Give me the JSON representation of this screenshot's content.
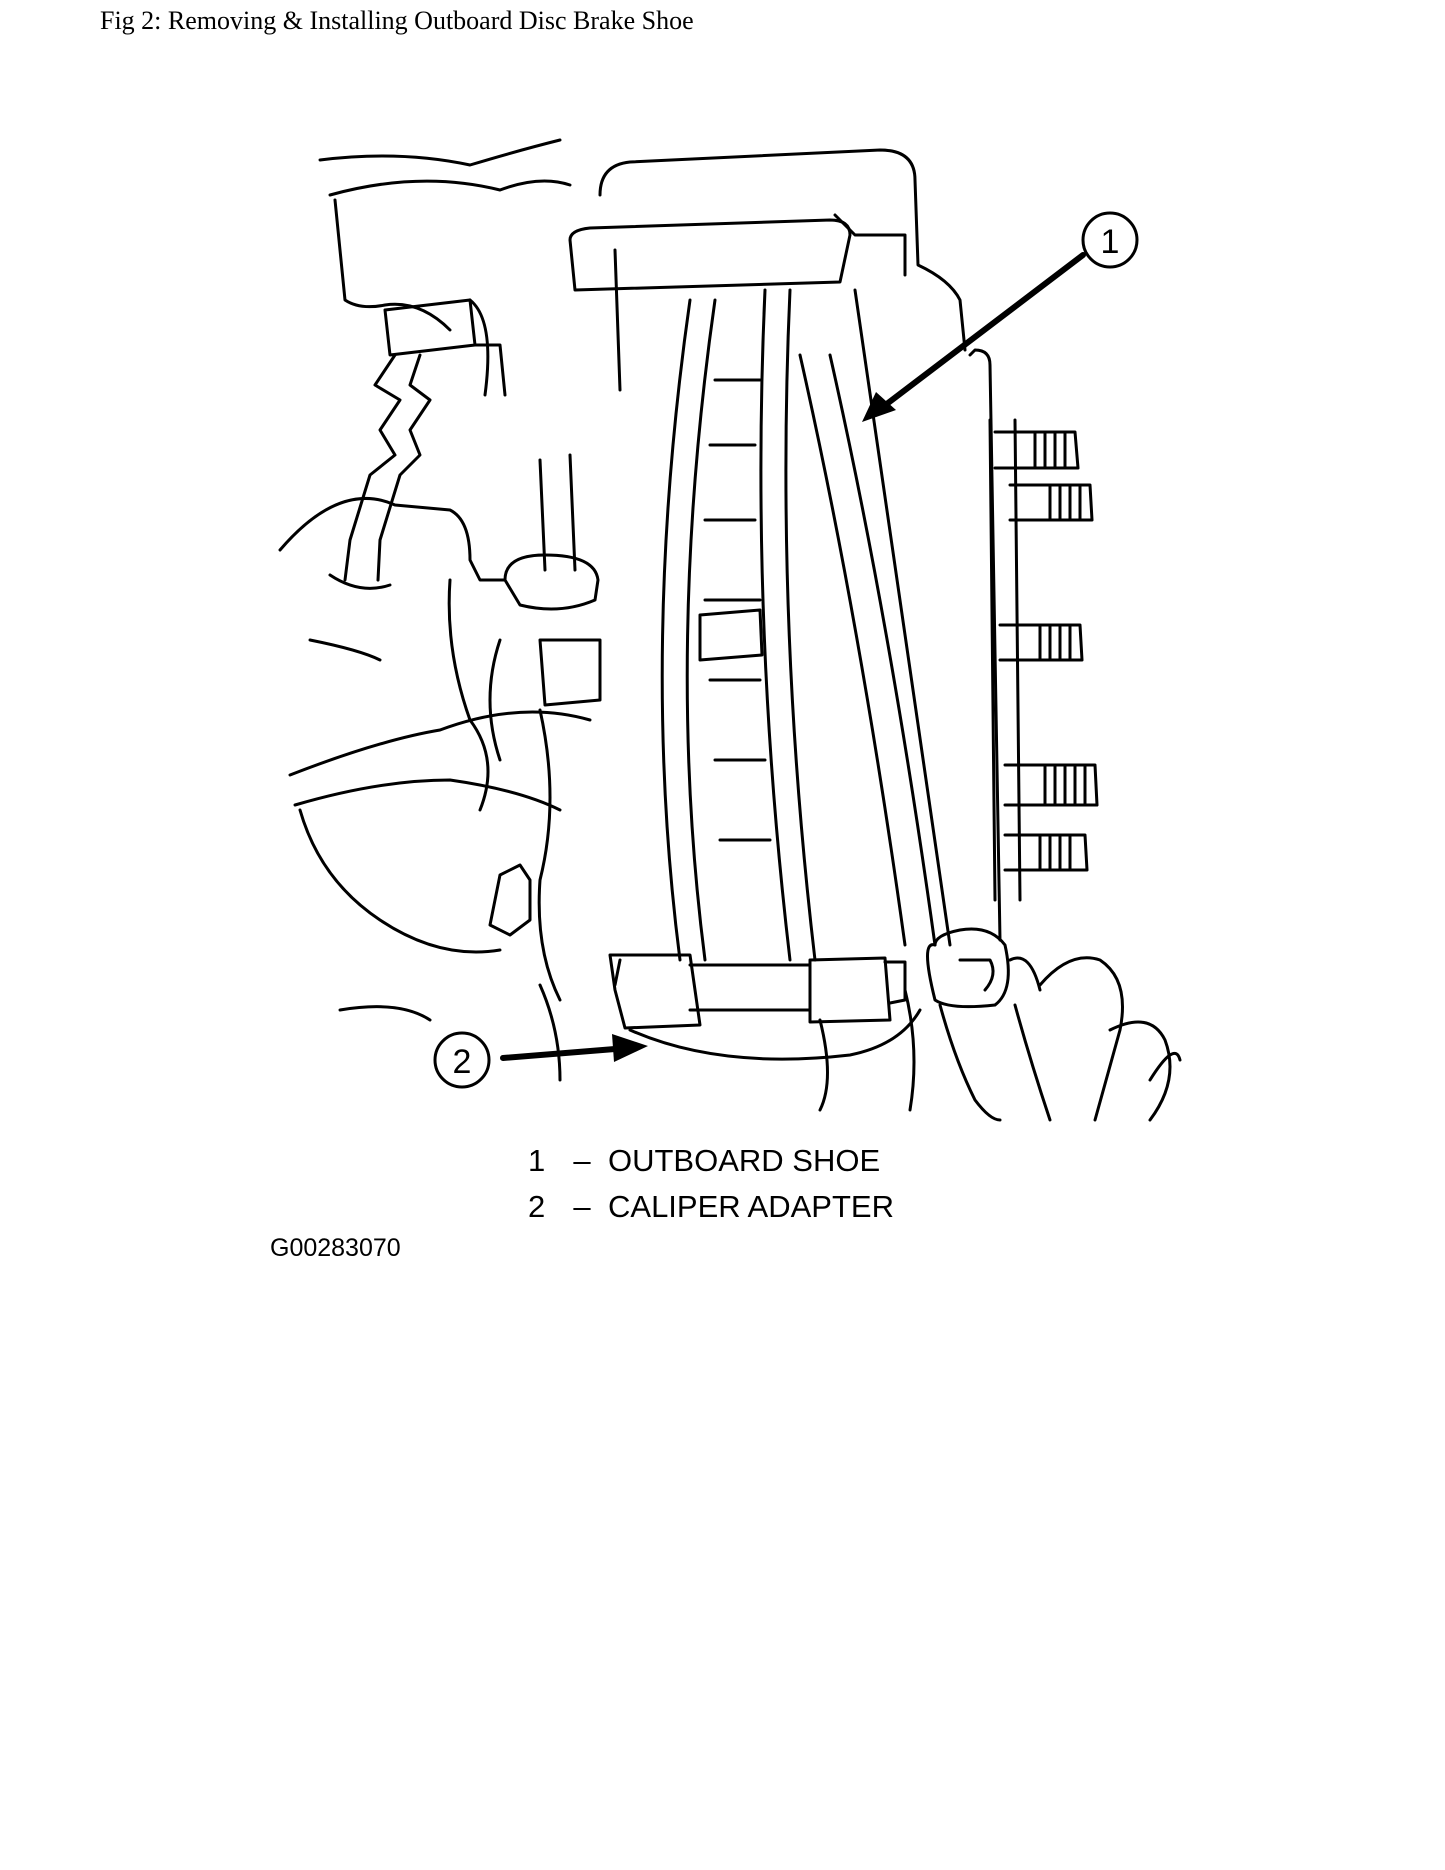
{
  "figure": {
    "title": "Fig 2: Removing & Installing Outboard Disc Brake Shoe",
    "code": "G00283070"
  },
  "callouts": [
    {
      "number": "1",
      "dash": "–",
      "label": "OUTBOARD SHOE"
    },
    {
      "number": "2",
      "dash": "–",
      "label": "CALIPER ADAPTER"
    }
  ]
}
